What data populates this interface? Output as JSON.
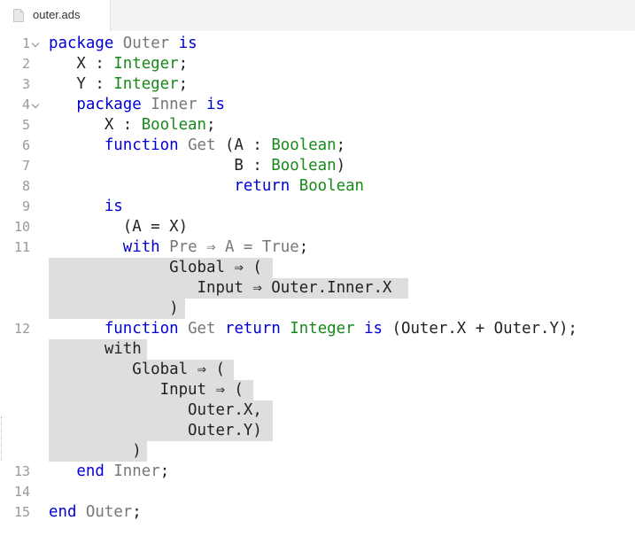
{
  "tab": {
    "title": "outer.ads",
    "icon": "file-icon"
  },
  "folds": [
    1,
    4
  ],
  "lines": [
    {
      "num": "1",
      "tokens": [
        [
          "k",
          "package"
        ],
        [
          "p",
          " "
        ],
        [
          "s",
          "Outer"
        ],
        [
          "p",
          " "
        ],
        [
          "k",
          "is"
        ]
      ]
    },
    {
      "num": "2",
      "tokens": [
        [
          "p",
          "   X : "
        ],
        [
          "t",
          "Integer"
        ],
        [
          "p",
          ";"
        ]
      ]
    },
    {
      "num": "3",
      "tokens": [
        [
          "p",
          "   Y : "
        ],
        [
          "t",
          "Integer"
        ],
        [
          "p",
          ";"
        ]
      ]
    },
    {
      "num": "4",
      "tokens": [
        [
          "p",
          "   "
        ],
        [
          "k",
          "package"
        ],
        [
          "p",
          " "
        ],
        [
          "s",
          "Inner"
        ],
        [
          "p",
          " "
        ],
        [
          "k",
          "is"
        ]
      ]
    },
    {
      "num": "5",
      "tokens": [
        [
          "p",
          "      X : "
        ],
        [
          "t",
          "Boolean"
        ],
        [
          "p",
          ";"
        ]
      ]
    },
    {
      "num": "6",
      "tokens": [
        [
          "p",
          "      "
        ],
        [
          "k",
          "function"
        ],
        [
          "p",
          " "
        ],
        [
          "s",
          "Get"
        ],
        [
          "p",
          " (A : "
        ],
        [
          "t",
          "Boolean"
        ],
        [
          "p",
          ";"
        ]
      ]
    },
    {
      "num": "7",
      "tokens": [
        [
          "p",
          "                    B : "
        ],
        [
          "t",
          "Boolean"
        ],
        [
          "p",
          ")"
        ]
      ]
    },
    {
      "num": "8",
      "tokens": [
        [
          "p",
          "                    "
        ],
        [
          "k",
          "return"
        ],
        [
          "p",
          " "
        ],
        [
          "t",
          "Boolean"
        ]
      ]
    },
    {
      "num": "9",
      "tokens": [
        [
          "p",
          "      "
        ],
        [
          "k",
          "is"
        ]
      ]
    },
    {
      "num": "10",
      "tokens": [
        [
          "p",
          "        (A = X)"
        ]
      ]
    },
    {
      "num": "11",
      "tokens": [
        [
          "p",
          "        "
        ],
        [
          "k",
          "with"
        ],
        [
          "p",
          " "
        ],
        [
          "s",
          "Pre ⇒ A = True"
        ],
        [
          "p",
          ";"
        ]
      ]
    },
    {
      "num": "",
      "tokens": [
        [
          "p",
          "             Global ⇒ ("
        ]
      ]
    },
    {
      "num": "",
      "tokens": [
        [
          "p",
          "                Input ⇒ Outer.Inner.X"
        ]
      ]
    },
    {
      "num": "",
      "tokens": [
        [
          "p",
          "             )"
        ]
      ]
    },
    {
      "num": "12",
      "tokens": [
        [
          "p",
          "      "
        ],
        [
          "k",
          "function"
        ],
        [
          "p",
          " "
        ],
        [
          "s",
          "Get"
        ],
        [
          "p",
          " "
        ],
        [
          "k",
          "return"
        ],
        [
          "p",
          " "
        ],
        [
          "t",
          "Integer"
        ],
        [
          "p",
          " "
        ],
        [
          "k",
          "is"
        ],
        [
          "p",
          " (Outer.X + Outer.Y);"
        ]
      ]
    },
    {
      "num": "",
      "tokens": [
        [
          "p",
          "      with"
        ]
      ]
    },
    {
      "num": "",
      "tokens": [
        [
          "p",
          "         Global ⇒ ("
        ]
      ]
    },
    {
      "num": "",
      "tokens": [
        [
          "p",
          "            Input ⇒ ("
        ]
      ]
    },
    {
      "num": "",
      "tokens": [
        [
          "p",
          "               Outer.X,"
        ]
      ]
    },
    {
      "num": "",
      "tokens": [
        [
          "p",
          "               Outer.Y)"
        ]
      ]
    },
    {
      "num": "",
      "tokens": [
        [
          "p",
          "         )"
        ]
      ]
    },
    {
      "num": "13",
      "tokens": [
        [
          "p",
          "   "
        ],
        [
          "k",
          "end"
        ],
        [
          "p",
          " "
        ],
        [
          "s",
          "Inner"
        ],
        [
          "p",
          ";"
        ]
      ]
    },
    {
      "num": "14",
      "tokens": []
    },
    {
      "num": "15",
      "tokens": [
        [
          "k",
          "end"
        ],
        [
          "p",
          " "
        ],
        [
          "s",
          "Outer"
        ],
        [
          "p",
          ";"
        ]
      ]
    }
  ],
  "virtual_blocks": [
    {
      "first": 11,
      "last": 13
    },
    {
      "first": 15,
      "last": 20
    }
  ]
}
